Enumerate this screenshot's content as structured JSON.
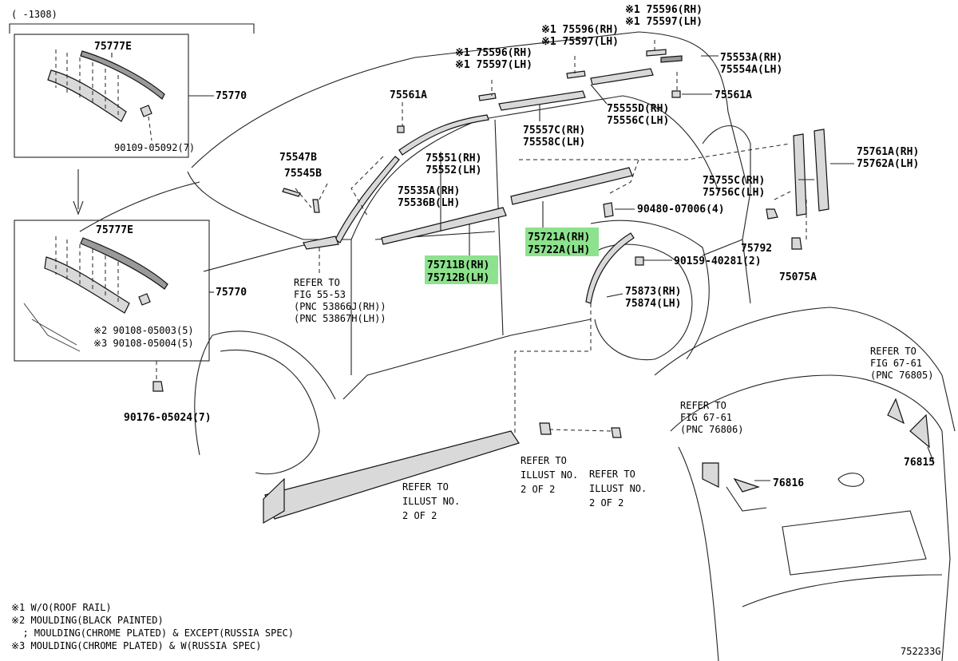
{
  "date_range": "(   -1308)",
  "figure_id": "752233G",
  "insets": {
    "top": {
      "part": "75777E",
      "assembly": "75770",
      "clip": "90109-05092(7)"
    },
    "bottom": {
      "part": "75777E",
      "assembly": "75770",
      "clip_black": "※2 90108-05003(5)",
      "clip_chrome": "※3 90108-05004(5)"
    }
  },
  "labels": {
    "roof_front_rh": "※1 75596(RH)",
    "roof_front_lh": "※1 75597(LH)",
    "roof_top_rh": "※1 75596(RH)",
    "roof_top_lh": "※1 75597(LH)",
    "roof_rear_rh": "75553A(RH)",
    "roof_rear_lh": "75554A(LH)",
    "clip_front": "75561A",
    "clip_rear": "75561A",
    "roof_center_rh": "75555D(RH)",
    "roof_center_lh": "75556C(LH)",
    "roof_mid_rh": "75557C(RH)",
    "roof_mid_lh": "75558C(LH)",
    "roof_side_rh": "75551(RH)",
    "roof_side_lh": "75552(LH)",
    "p75547": "75547B",
    "p75545": "75545B",
    "pillar_rh": "75535A(RH)",
    "pillar_lh": "75536B(LH)",
    "door_front_rh": "75711B(RH)",
    "door_front_lh": "75712B(LH)",
    "door_rear_rh": "75721A(RH)",
    "door_rear_lh": "75722A(LH)",
    "screw1": "90480-07006(4)",
    "screw2": "90159-40281(2)",
    "arch_rh": "75873(RH)",
    "arch_lh": "75874(LH)",
    "rear_pillar_rh": "75761A(RH)",
    "rear_pillar_lh": "75762A(LH)",
    "belt_rh": "75755C(RH)",
    "belt_lh": "75756C(LH)",
    "p75792": "75792",
    "p75075": "75075A",
    "clip_bottom": "90176-05024(7)",
    "p76815": "76815",
    "p76816": "76816"
  },
  "refer": {
    "fig55": [
      "REFER TO",
      "FIG 55-53",
      "(PNC 53866J(RH))",
      "(PNC 53867H(LH))"
    ],
    "fig67a": [
      "REFER TO",
      "FIG 67-61",
      "(PNC 76805)"
    ],
    "fig67b": [
      "REFER TO",
      "FIG 67-61",
      "(PNC 76806)"
    ],
    "illust1": [
      "REFER TO",
      "ILLUST NO.",
      "2 OF 2"
    ],
    "illust2": [
      "REFER TO",
      "ILLUST NO.",
      "2 OF 2"
    ],
    "illust3": [
      "REFER TO",
      "ILLUST NO.",
      "2 OF 2"
    ]
  },
  "notes": [
    "※1 W/O(ROOF RAIL)",
    "※2 MOULDING(BLACK PAINTED)",
    "  ; MOULDING(CHROME PLATED) & EXCEPT(RUSSIA SPEC)",
    "※3 MOULDING(CHROME PLATED) & W(RUSSIA SPEC)"
  ],
  "highlight_color": "#8de28d"
}
